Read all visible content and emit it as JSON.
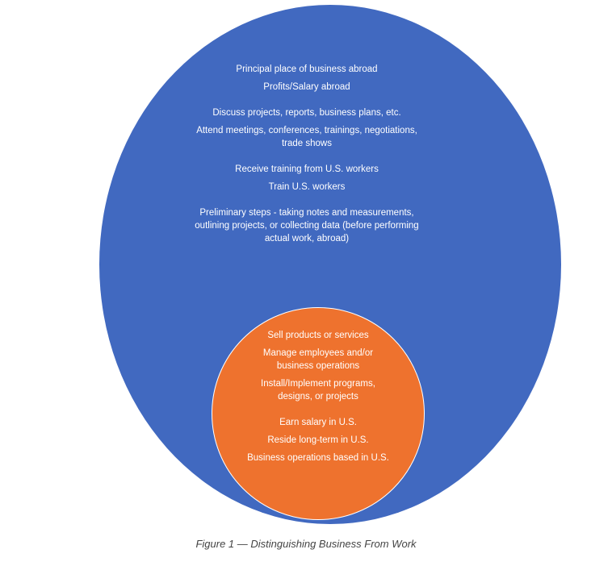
{
  "colors": {
    "outer_circle": "#4169c0",
    "inner_circle": "#ee722e",
    "text": "#ffffff",
    "caption": "#444444"
  },
  "outer": {
    "groups": [
      [
        "Principal place of business abroad",
        "Profits/Salary abroad"
      ],
      [
        "Discuss projects, reports, business plans, etc.",
        "Attend meetings, conferences, trainings, negotiations,",
        "trade shows"
      ],
      [
        "Receive training from U.S. workers",
        "Train U.S. workers"
      ],
      [
        "Preliminary steps - taking notes and measurements,",
        "outlining projects, or collecting data (before performing",
        "actual work, abroad)"
      ]
    ]
  },
  "inner": {
    "groups": [
      [
        "Sell products or services",
        "Manage employees and/or",
        "business operations",
        "Install/Implement programs,",
        "designs, or projects"
      ],
      [
        "Earn salary in U.S.",
        "Reside long-term in U.S.",
        "Business operations based in U.S."
      ]
    ]
  },
  "caption": "Figure 1 — Distinguishing Business From Work"
}
